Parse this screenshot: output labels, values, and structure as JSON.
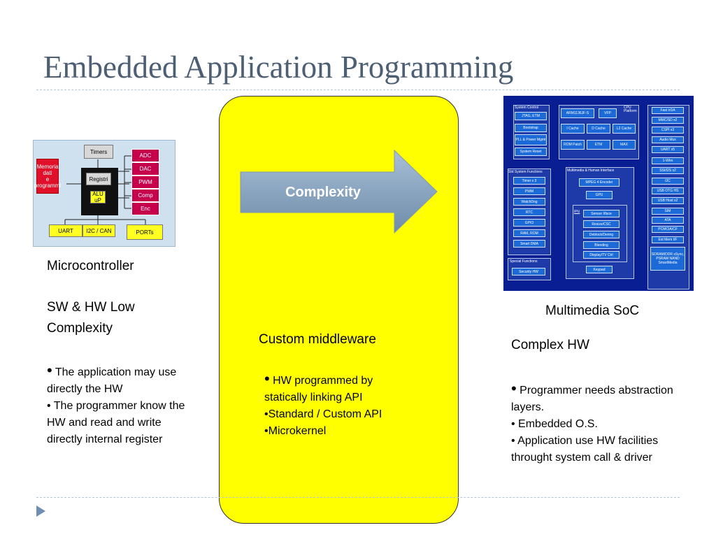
{
  "title": "Embedded Application Programming",
  "mcu": {
    "memory": [
      "Memoria",
      "dati",
      "e",
      "programmi"
    ],
    "timers": "Timers",
    "registri": "Registri",
    "alu": "ALU",
    "up": "uP",
    "peripherals": [
      "ADC",
      "DAC",
      "PWM",
      "Comp",
      "Enc"
    ],
    "uart": "UART",
    "i2c": "I2C / CAN",
    "ports": "PORTs"
  },
  "arrow_label": "Complexity",
  "left": {
    "heading": "Microcontroller",
    "subheading": "SW & HW Low Complexity",
    "bullets": [
      "The application may use directly the HW",
      "The programmer know the HW and read and write directly internal register"
    ]
  },
  "center": {
    "heading": "Custom middleware",
    "bullets": [
      "HW programmed by statically linking API",
      "Standard / Custom API",
      "Microkernel"
    ]
  },
  "right": {
    "heading": "Multimedia SoC",
    "subheading": "Complex HW",
    "bullets": [
      "Programmer needs abstraction layers.",
      "Embedded O.S.",
      "Application use HW facilities throught system call & driver"
    ]
  },
  "soc": {
    "system_control": "System Control",
    "sys_cells": [
      "JTAG, ETM",
      "Bootstrap",
      "PLL & Power Mgmt",
      "System Reset"
    ],
    "cpu_platform": "CPU Platform",
    "cpu_row1": [
      "ARM1136JF-S",
      "VFP"
    ],
    "cpu_row2": [
      "I Cache",
      "D Cache",
      "L2 Cache"
    ],
    "cpu_row3": [
      "ROM Patch",
      "ETM",
      "MAX"
    ],
    "std_functions": "Std System Functions",
    "std_cells": [
      "Timer x 3",
      "PWM",
      "WatchDog",
      "RTC",
      "GPIO",
      "RAM, ROM",
      "Smart DMA"
    ],
    "multimedia": "Multimedia & Human Interface",
    "mm_cells": [
      "MPEG 4 Encoder",
      "GPU"
    ],
    "ipu": "IPU",
    "ipu_cells": [
      "Sensor I/face",
      "Resize/CSC",
      "Deblock/Dering",
      "Blending",
      "Display/TV Ctrl"
    ],
    "keypad": "Keypad",
    "special": "Special Functions",
    "security": "Security HW",
    "io_cells": [
      "Fast IrDA",
      "MMC/SD x2",
      "CSPI x3",
      "Audio Mux",
      "UART x5",
      "1-Wire",
      "SSI/I2S x2",
      "I2C",
      "USB OTG HS",
      "USB Host x2",
      "SIM",
      "ATA",
      "PCMCIA/CF",
      "Ext Mem I/F",
      "SDRAM/DDR sSync, PSRAM NAND SmartMedia"
    ]
  }
}
